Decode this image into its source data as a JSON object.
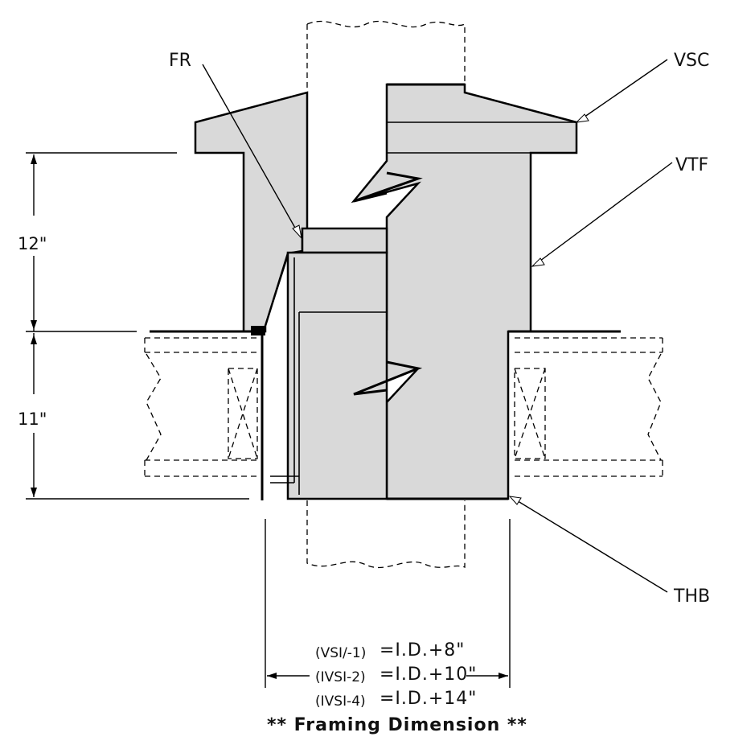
{
  "callouts": {
    "fr": "FR",
    "vsc": "VSC",
    "vtf": "VTF",
    "thb": "THB"
  },
  "dimensions": {
    "upper": "12\"",
    "lower": "11\""
  },
  "formulas": [
    {
      "model": "(VSI/-1)",
      "value": "=I.D.+8\""
    },
    {
      "model": "(IVSI-2)",
      "value": "=I.D.+10\""
    },
    {
      "model": "(IVSI-4)",
      "value": "=I.D.+14\""
    }
  ],
  "caption": "** Framing Dimension **",
  "colors": {
    "fill": "#d9d9d9",
    "line": "#000000"
  }
}
